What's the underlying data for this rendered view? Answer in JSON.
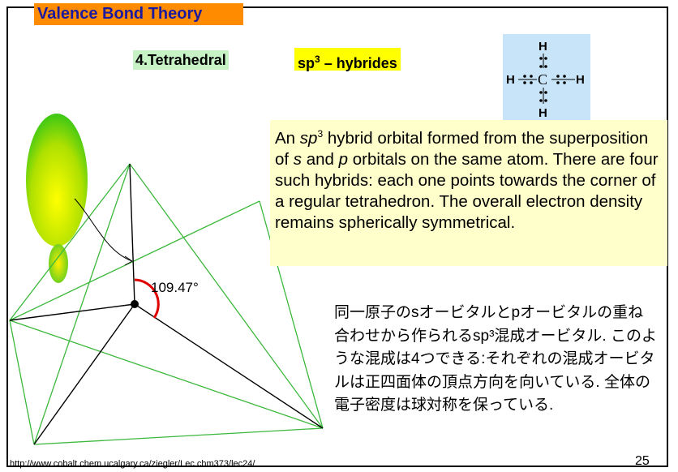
{
  "slide": {
    "title": "Valence Bond Theory",
    "section_label": "4.Tetrahedral",
    "hybrid_label_prefix": "sp",
    "hybrid_label_sup": "3",
    "hybrid_label_suffix": " – hybrides",
    "lewis": {
      "center": "C",
      "top": "H",
      "bottom": "H",
      "left": "H",
      "right": "H"
    },
    "angle_label": "109.47°",
    "desc_en": {
      "p1": "An ",
      "p2": "sp",
      "p3": "3",
      "p4": " hybrid orbital formed from the superposition of ",
      "p5": "s",
      "p6": " and ",
      "p7": "p",
      "p8": " orbitals on the same atom. There are four such hybrids: each one points towards the corner of a regular tetrahedron. The overall electron density remains spherically symmetrical."
    },
    "desc_ja": "同一原子のsオービタルとpオービタルの重ね合わせから作られるsp³混成オービタル. このような混成は4つできる:それぞれの混成オービタルは正四面体の頂点方向を向いている. 全体の電子密度は球対称を保っている.",
    "footer_url": "http://www.cobalt.chem.ucalgary.ca/ziegler/Lec.chm373/lec24/",
    "page_number": "25"
  },
  "colors": {
    "title_bg": "#ff8c00",
    "title_text": "#1a1aa0",
    "label_bg": "#c6f2c6",
    "hybrid_bg": "#ffff00",
    "lewis_bg": "#c8e4f8",
    "desc_bg": "#ffffcc",
    "edge": "#3cb83c",
    "angle": "#e00000"
  }
}
